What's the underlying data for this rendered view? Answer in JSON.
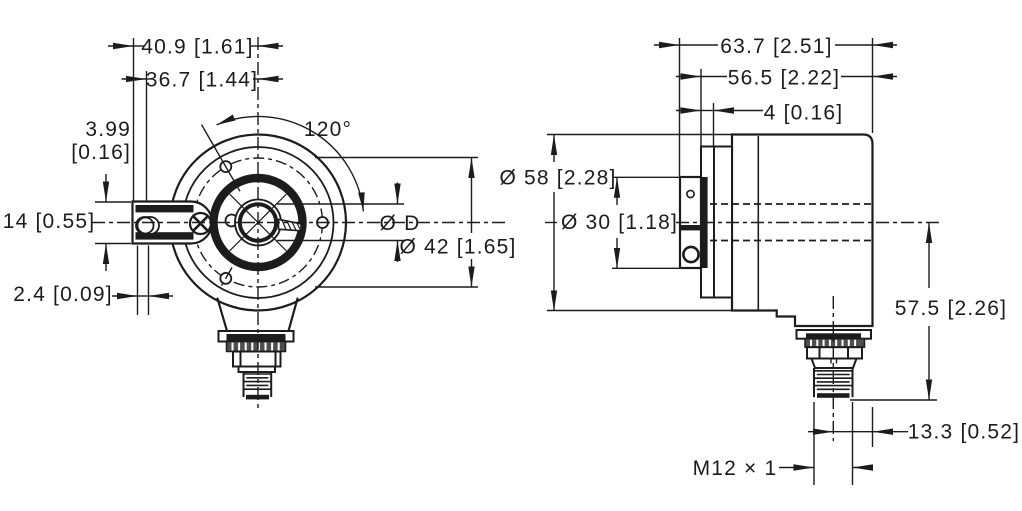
{
  "colors": {
    "ink": "#1c1c1c",
    "background": "#ffffff"
  },
  "front_view": {
    "dim_top_outer": "40.9 [1.61]",
    "dim_top_inner": "36.7 [1.44]",
    "dim_offset_mm": "3.99",
    "dim_offset_in": "[0.16]",
    "dim_arm_height": "14 [0.55]",
    "dim_slot": "2.4 [0.09]",
    "angle": "120°",
    "dim_shaft": "Ø D",
    "dim_bolt_circle": "Ø 42 [1.65]"
  },
  "side_view": {
    "dim_total_depth": "63.7 [2.51]",
    "dim_body_depth": "56.5 [2.22]",
    "dim_flange": "4 [0.16]",
    "dim_body_dia": "Ø 58 [2.28]",
    "dim_collar_dia": "Ø 30 [1.18]",
    "dim_connector_drop": "57.5 [2.26]",
    "dim_connector_offset": "13.3 [0.52]",
    "thread": "M12 × 1"
  }
}
